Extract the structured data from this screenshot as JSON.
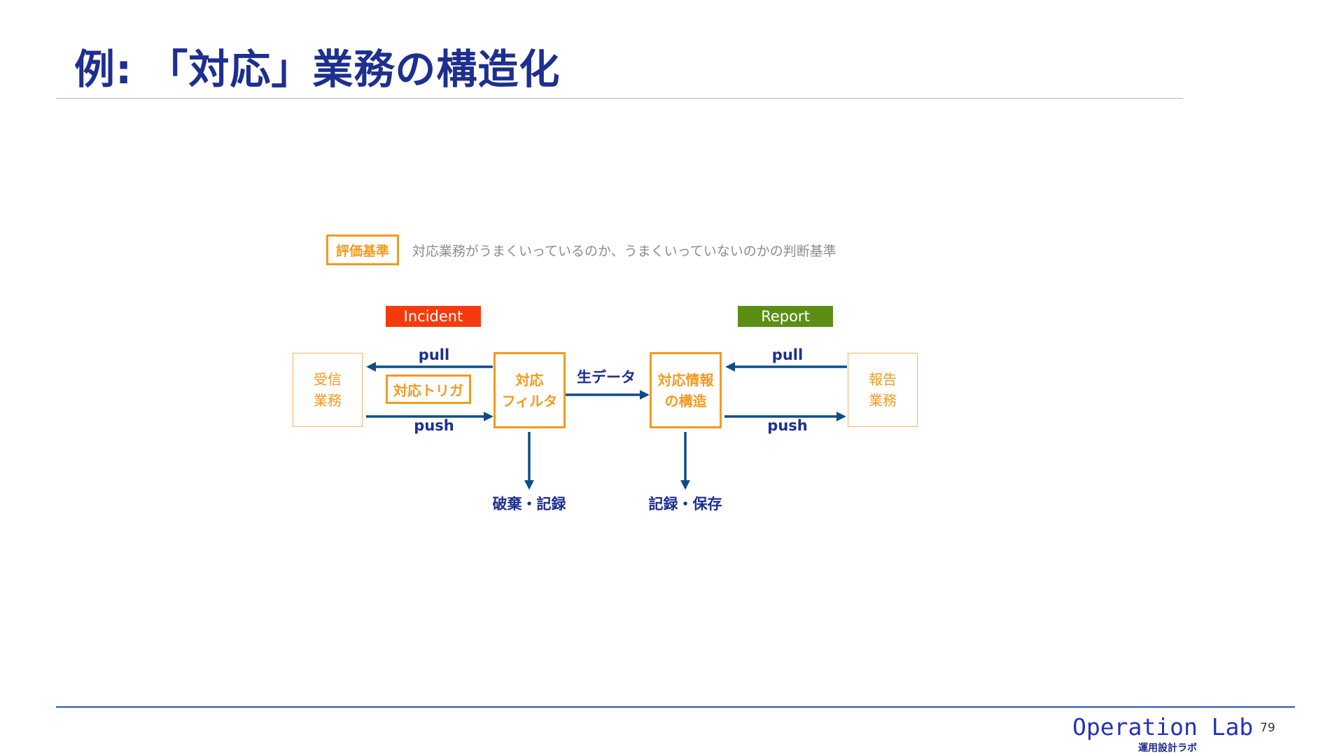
{
  "slide": {
    "title": "例: 「対応」業務の構造化",
    "page_number": "79"
  },
  "criteria": {
    "label": "評価基準",
    "description": "対応業務がうまくいっているのか、うまくいっていないのかの判断基準"
  },
  "tags": {
    "incident": "Incident",
    "report": "Report"
  },
  "nodes": {
    "receive": {
      "line1": "受信",
      "line2": "業務"
    },
    "filter": {
      "line1": "対応",
      "line2": "フィルタ"
    },
    "structure": {
      "line1": "対応情報",
      "line2": "の構造"
    },
    "report_work": {
      "line1": "報告",
      "line2": "業務"
    }
  },
  "trigger_label": "対応トリガ",
  "flows": {
    "left_pull": "pull",
    "left_push": "push",
    "raw_data": "生データ",
    "right_pull": "pull",
    "right_push": "push",
    "discard_record": "破棄・記録",
    "record_store": "記録・保存"
  },
  "colors": {
    "title": "#1d2f8f",
    "accent_orange": "#f29a1f",
    "arrow_blue": "#0f4c8a",
    "incident_red": "#f53b0e",
    "report_green": "#5b8f14",
    "footer_blue": "#2451c7"
  },
  "footer": {
    "logo": "Operation Lab",
    "logo_sub": "運用設計ラボ"
  }
}
